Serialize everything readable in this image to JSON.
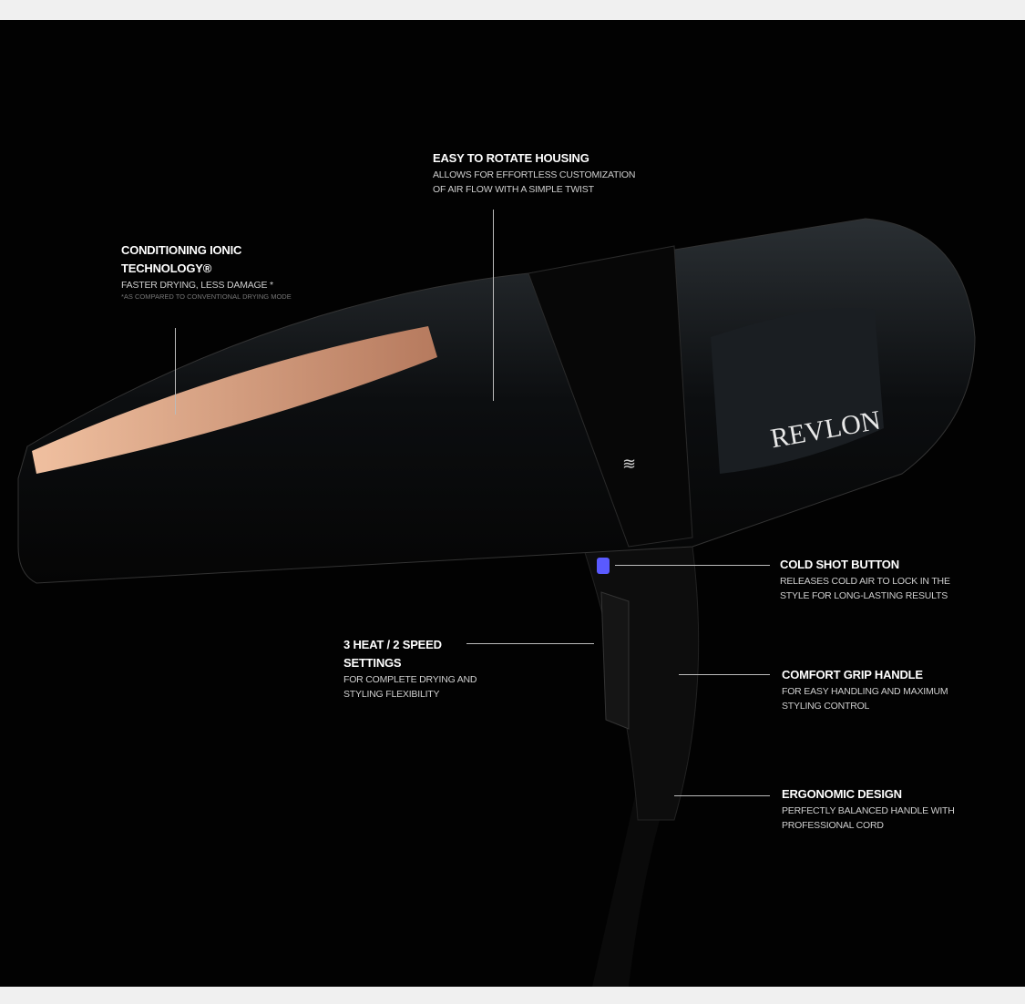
{
  "brand": "REVLON",
  "callouts": [
    {
      "title": "CONDITIONING IONIC",
      "title2": "TECHNOLOGY®",
      "desc": "FASTER DRYING, LESS DAMAGE *",
      "footnote": "*AS COMPARED TO CONVENTIONAL DRYING MODE"
    },
    {
      "title": "EASY TO ROTATE HOUSING",
      "desc": "ALLOWS FOR EFFORTLESS CUSTOMIZATION",
      "desc2": "OF AIR FLOW WITH A SIMPLE TWIST"
    },
    {
      "title": "COLD SHOT BUTTON",
      "desc": "RELEASES COLD AIR TO LOCK IN THE",
      "desc2": "STYLE FOR LONG-LASTING RESULTS"
    },
    {
      "title": "3 HEAT / 2 SPEED",
      "title2": "SETTINGS",
      "desc": "FOR COMPLETE DRYING AND",
      "desc2": "STYLING FLEXIBILITY"
    },
    {
      "title": "COMFORT GRIP HANDLE",
      "desc": "FOR EASY HANDLING AND MAXIMUM",
      "desc2": "STYLING CONTROL"
    },
    {
      "title": "ERGONOMIC DESIGN",
      "desc": "PERFECTLY BALANCED HANDLE WITH",
      "desc2": "PROFESSIONAL CORD"
    }
  ],
  "colors": {
    "background": "#020202",
    "accent_copper": "#e0a488",
    "cold_shot": "#5a5aff"
  }
}
